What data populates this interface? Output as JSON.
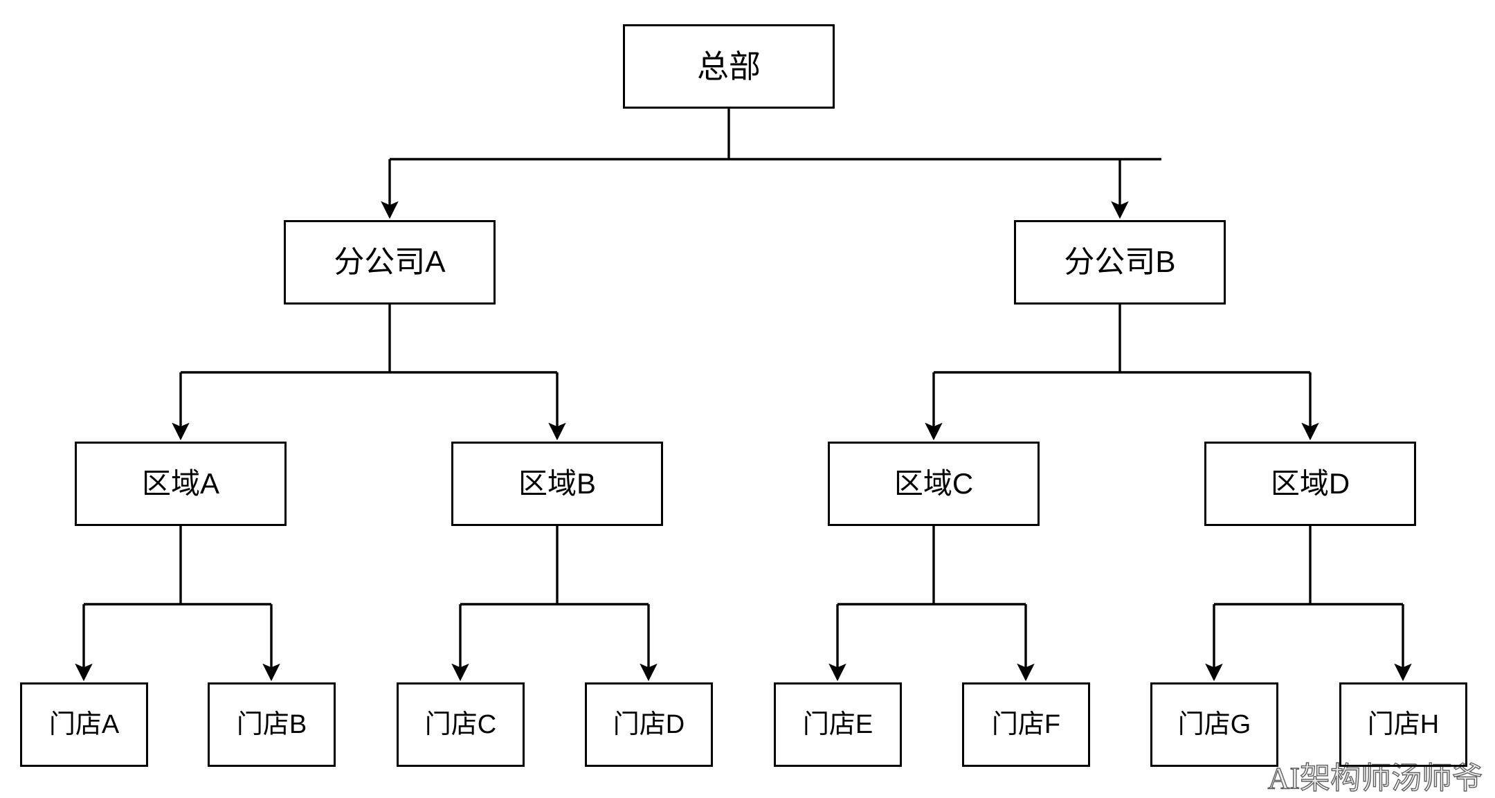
{
  "diagram": {
    "type": "org-chart",
    "orientation": "top-down",
    "levels": 4,
    "edge_style": "orthogonal-elbow-with-arrowhead",
    "colors": {
      "node_fill": "#ffffff",
      "node_border": "#000000",
      "edge": "#000000",
      "text": "#000000",
      "background": "#ffffff"
    }
  },
  "nodes": {
    "hq": {
      "label": "总部",
      "level": 1
    },
    "branch_a": {
      "label": "分公司A",
      "level": 2
    },
    "branch_b": {
      "label": "分公司B",
      "level": 2
    },
    "region_a": {
      "label": "区域A",
      "level": 3
    },
    "region_b": {
      "label": "区域B",
      "level": 3
    },
    "region_c": {
      "label": "区域C",
      "level": 3
    },
    "region_d": {
      "label": "区域D",
      "level": 3
    },
    "store_a": {
      "label": "门店A",
      "level": 4
    },
    "store_b": {
      "label": "门店B",
      "level": 4
    },
    "store_c": {
      "label": "门店C",
      "level": 4
    },
    "store_d": {
      "label": "门店D",
      "level": 4
    },
    "store_e": {
      "label": "门店E",
      "level": 4
    },
    "store_f": {
      "label": "门店F",
      "level": 4
    },
    "store_g": {
      "label": "门店G",
      "level": 4
    },
    "store_h": {
      "label": "门店H",
      "level": 4
    }
  },
  "edges": [
    {
      "from": "hq",
      "to": "branch_a"
    },
    {
      "from": "hq",
      "to": "branch_b"
    },
    {
      "from": "branch_a",
      "to": "region_a"
    },
    {
      "from": "branch_a",
      "to": "region_b"
    },
    {
      "from": "branch_b",
      "to": "region_c"
    },
    {
      "from": "branch_b",
      "to": "region_d"
    },
    {
      "from": "region_a",
      "to": "store_a"
    },
    {
      "from": "region_a",
      "to": "store_b"
    },
    {
      "from": "region_b",
      "to": "store_c"
    },
    {
      "from": "region_b",
      "to": "store_d"
    },
    {
      "from": "region_c",
      "to": "store_e"
    },
    {
      "from": "region_c",
      "to": "store_f"
    },
    {
      "from": "region_d",
      "to": "store_g"
    },
    {
      "from": "region_d",
      "to": "store_h"
    }
  ],
  "watermark": {
    "text": "AI架构师汤师爷"
  }
}
